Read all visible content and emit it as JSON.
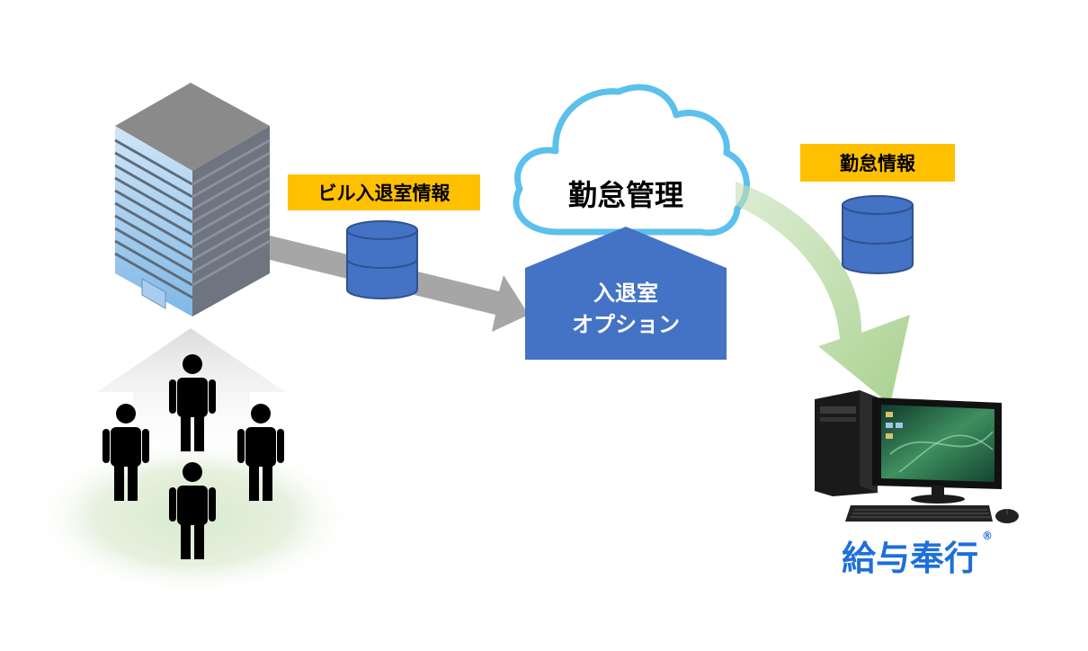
{
  "labels": {
    "building_info": "ビル入退室情報",
    "attendance_mgmt": "勤怠管理",
    "option_line1": "入退室",
    "option_line2": "オプション",
    "attendance_info": "勤怠情報",
    "logo": "給与奉行",
    "logo_mark": "®"
  },
  "colors": {
    "label_bg": "#FFC000",
    "db_blue": "#4472C4",
    "db_edge": "#2F528F",
    "option_blue": "#4472C4",
    "cloud_stroke": "#5BC0EB",
    "gray_arrow": "#A6A6A6",
    "green_arrow": "#A9D18E",
    "logo_blue": "#1E6FD9"
  },
  "icons": {
    "building": "office-building-icon",
    "people": "person-icon",
    "database": "database-icon",
    "cloud": "cloud-icon",
    "computer": "desktop-computer-icon"
  }
}
